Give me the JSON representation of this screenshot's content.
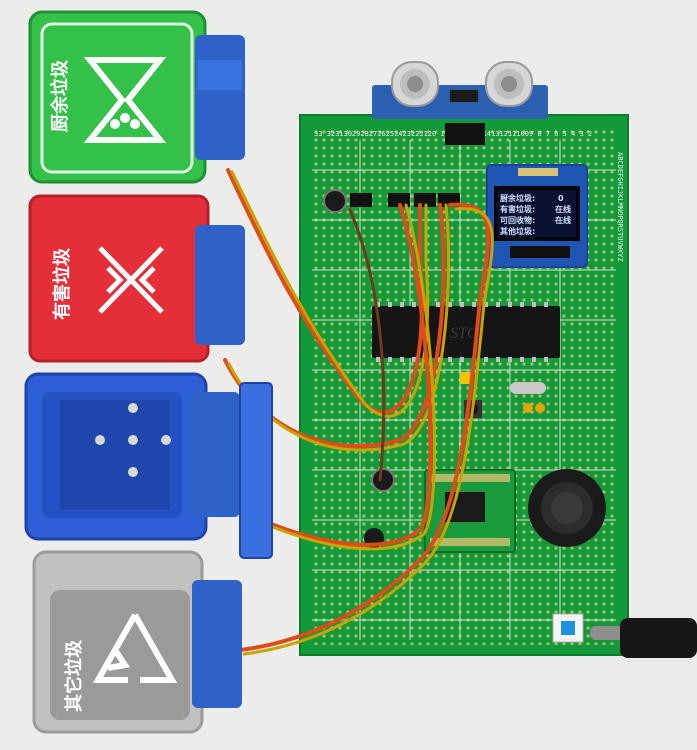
{
  "bins": [
    {
      "label": "厨余垃圾",
      "color": "#3cc94f",
      "icon": "hourglass-icon"
    },
    {
      "label": "有害垃圾",
      "color": "#e8323c",
      "icon": "x-arrows-icon"
    },
    {
      "label": "",
      "color": "#2f5fd6",
      "icon": ""
    },
    {
      "label": "其它垃圾",
      "color": "#b5b5b3",
      "icon": "recycle-triangle-icon"
    }
  ],
  "oled": {
    "rows": [
      "厨余垃圾:",
      "有害垃圾:",
      "可回收物:",
      "其他垃圾:"
    ],
    "values": [
      "0",
      "",
      "",
      ""
    ],
    "right": [
      "在线",
      "在线",
      "",
      ""
    ]
  },
  "board": {
    "pin_numbers_top": "33 32313029282726252423222120 1918171615141312111009 8 7 6 5 4 3 2",
    "pin_letters_right": "ABCDEFGHIJKLMNOPQRSTUVWXYZ",
    "chip_mark": "STC"
  }
}
